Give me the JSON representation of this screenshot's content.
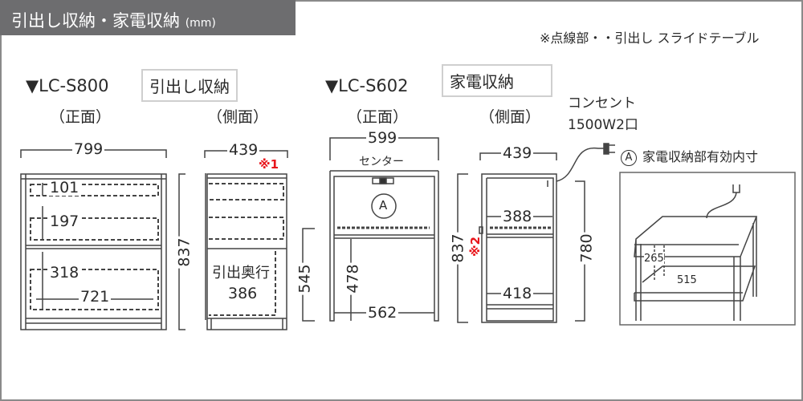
{
  "header": {
    "title": "引出し収納・家電収納",
    "unit": "(mm)"
  },
  "note": "※点線部・・引出し スライドテーブル",
  "lc_s800": {
    "model": "▼LC-S800",
    "type": "引出し収納",
    "front_label": "（正面）",
    "side_label": "（側面）",
    "width": "799",
    "drawer1": "101",
    "drawer2": "197",
    "drawer3": "318",
    "inner_width": "721",
    "height": "837",
    "depth": "439",
    "note1": "※1",
    "drawer_depth_label": "引出奥行",
    "drawer_depth": "386"
  },
  "lc_s602": {
    "model": "▼LC-S602",
    "type": "家電収納",
    "front_label": "（正面）",
    "side_label": "（側面）",
    "width": "599",
    "center_label": "センター",
    "mark": "A",
    "lower_height": "545",
    "open_height": "478",
    "inner_width": "562",
    "depth": "439",
    "height": "837",
    "note2": "※2",
    "shelf_depth": "388",
    "bottom_depth": "418",
    "back_height": "780",
    "outlet_label": "コンセント",
    "outlet_spec": "1500W2口"
  },
  "detail": {
    "mark": "A",
    "title": "家電収納部有効内寸",
    "height": "265",
    "width": "515"
  }
}
